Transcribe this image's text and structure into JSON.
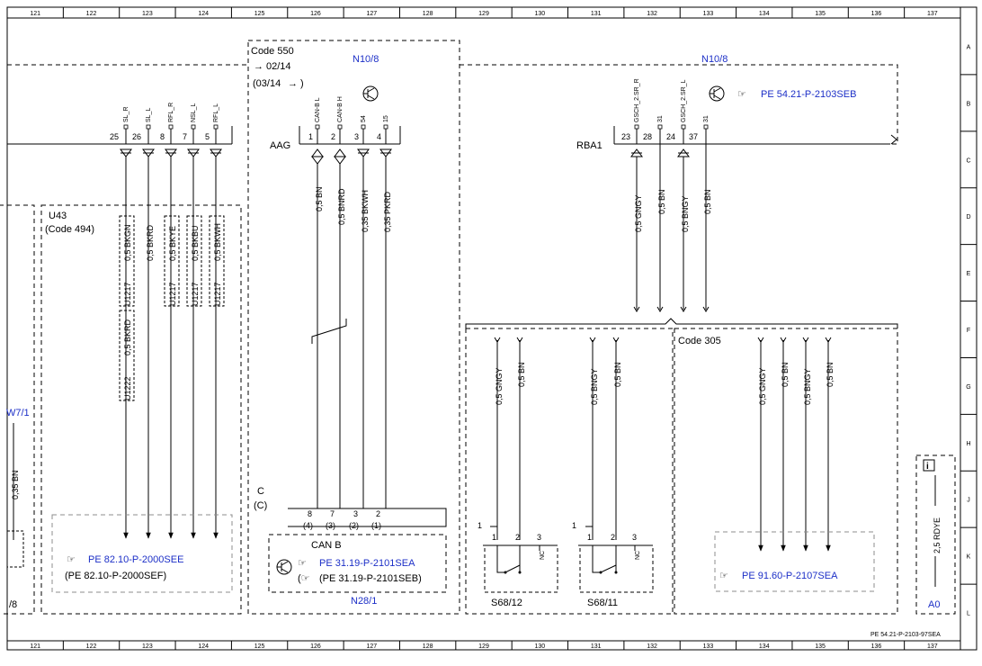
{
  "grid": {
    "columns": [
      "121",
      "122",
      "123",
      "124",
      "125",
      "126",
      "127",
      "128",
      "129",
      "130",
      "131",
      "132",
      "133",
      "134",
      "135",
      "136",
      "137"
    ],
    "rows": [
      "A",
      "B",
      "C",
      "D",
      "E",
      "F",
      "G",
      "H",
      "J",
      "K",
      "L"
    ]
  },
  "connector_n10_8_left": {
    "name": "N10/8",
    "pins": [
      {
        "signal": "SL_R",
        "pin": "25"
      },
      {
        "signal": "SL_L",
        "pin": "26"
      },
      {
        "signal": "RFL_R",
        "pin": "8"
      },
      {
        "signal": "NSL_L",
        "pin": "7"
      },
      {
        "signal": "RFL_L",
        "pin": "5"
      }
    ]
  },
  "code550": {
    "title": "Code 550",
    "from": "02/14",
    "until": "(03/14",
    "connector": "AAG",
    "pins": [
      {
        "signal": "CAN-B L",
        "pin": "1",
        "wire": "0,5 BN"
      },
      {
        "signal": "CAN-B H",
        "pin": "2",
        "wire": "0,5 BNRD"
      },
      {
        "signal": "54",
        "pin": "3",
        "wire": "0,35 BKWH"
      },
      {
        "signal": "15",
        "pin": "4",
        "wire": "0,35 PKRD"
      }
    ]
  },
  "connector_n10_8_right": {
    "name": "N10/8",
    "ref": "PE 54.21-P-2103SEB",
    "connector": "RBA1",
    "pins": [
      {
        "signal": "GSCH_2.SR_R",
        "pin": "23",
        "wire": "0,5 GNGY"
      },
      {
        "signal": "31",
        "pin": "28",
        "wire": "0,5 BN"
      },
      {
        "signal": "GSCH_2.SR_L",
        "pin": "24",
        "wire": "0,5 BNGY"
      },
      {
        "signal": "31",
        "pin": "37",
        "wire": "0,5 BN"
      }
    ]
  },
  "u43": {
    "title": "U43",
    "code": "(Code 494)",
    "wires": [
      "0,5 BKGN",
      "0,5 BKRD",
      "0,5 BKYE",
      "0,5 BKBU",
      "0,5 BKWH"
    ],
    "splice": "U1217",
    "splice2": "U1222",
    "splice2_wire": "0,5 BKRD",
    "ref1": "PE 82.10-P-2000SEE",
    "ref2": "(PE 82.10-P-2000SEF)"
  },
  "left_edge": {
    "label_top": "W7/1",
    "wire": "0,35 BN",
    "label_bottom": "/8"
  },
  "n28_1": {
    "letter": "C",
    "letter2": "(C)",
    "pins": [
      "8",
      "7",
      "3",
      "2"
    ],
    "pins_alt": [
      "(4)",
      "(3)",
      "(2)",
      "(1)"
    ],
    "can": "CAN B",
    "ref1": "PE 31.19-P-2101SEA",
    "ref2": "(PE 31.19-P-2101SEB)",
    "name": "N28/1"
  },
  "s68_12": {
    "name": "S68/12",
    "wires": [
      "0,5 GNGY",
      "0,5 BN"
    ],
    "pins": [
      "1",
      "2",
      "3"
    ],
    "pin_label": "NC"
  },
  "s68_11": {
    "name": "S68/11",
    "wires": [
      "0,5 BNGY",
      "0,5 BN"
    ],
    "pins": [
      "1",
      "2",
      "3"
    ],
    "pin_label": "NC"
  },
  "code305": {
    "title": "Code 305",
    "wires": [
      "0,5 GNGY",
      "0,5 BN",
      "0,5 BNGY",
      "0,5 BN"
    ],
    "ref": "PE 91.60-P-2107SEA"
  },
  "a0": {
    "name": "A0",
    "wire": "2,5 RDYE",
    "info_icon": "info-icon"
  },
  "footer": {
    "doc_ref": "PE 54.21-P-2103-97SEA"
  },
  "colors": {
    "link_blue": "#1c2fc7",
    "line": "#000000",
    "dash_grey": "#8c8c8c"
  }
}
